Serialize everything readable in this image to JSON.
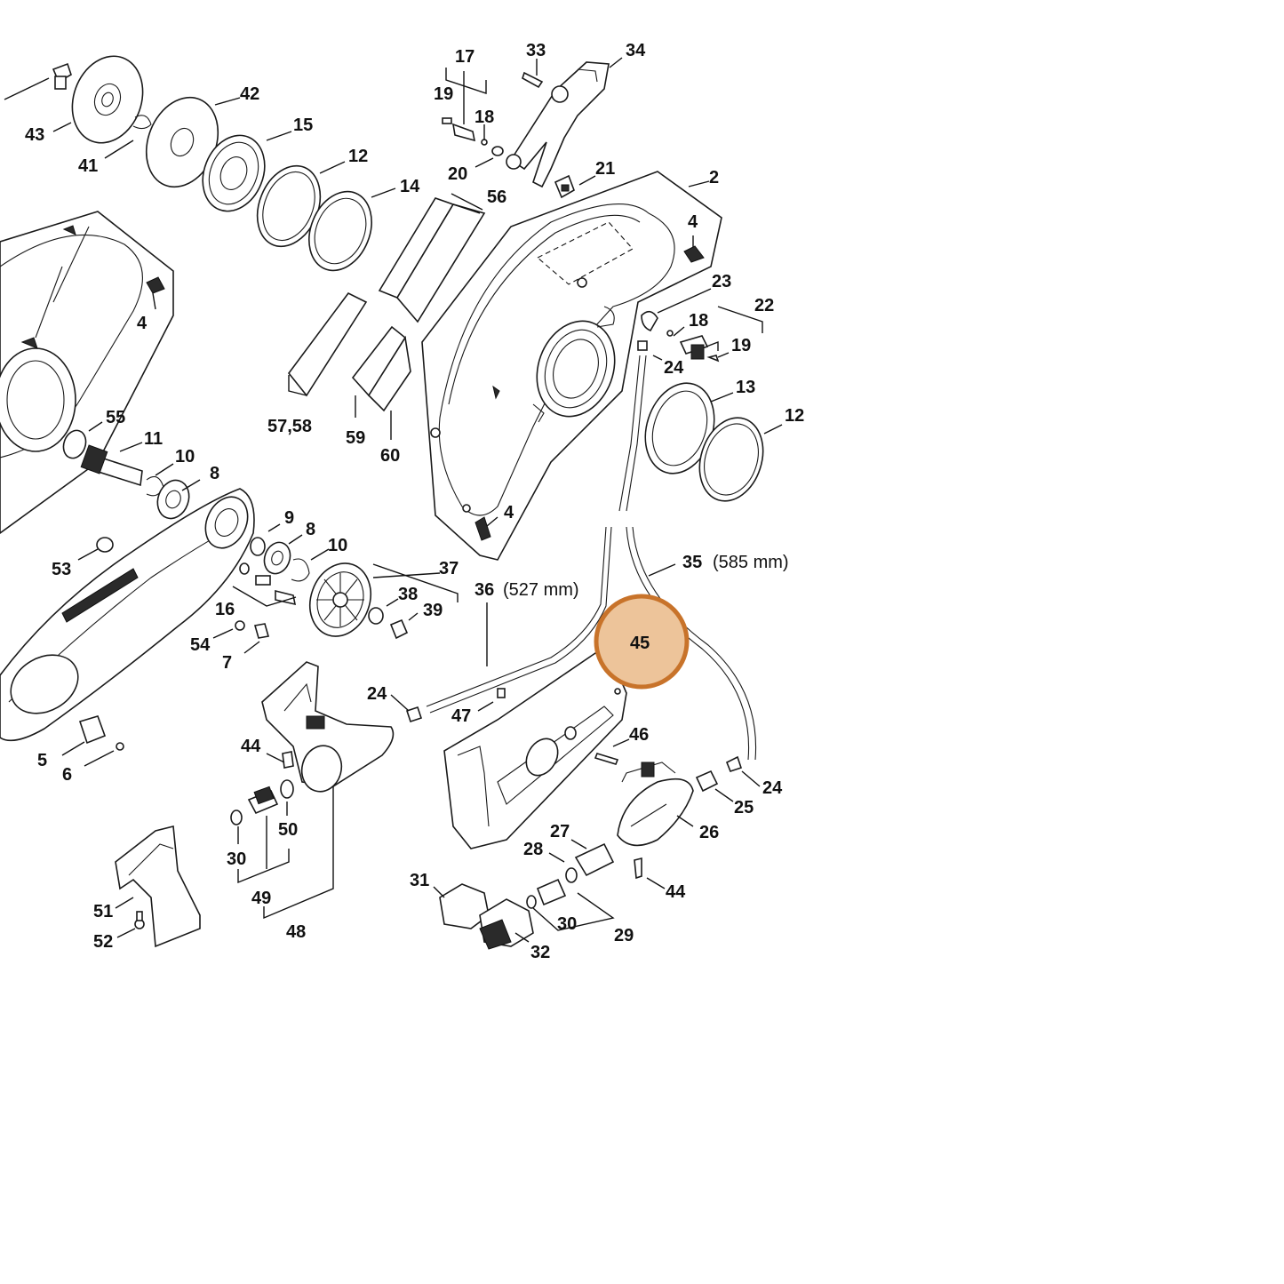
{
  "diagram": {
    "highlight": {
      "label": "45",
      "fill_color": "#edc49a",
      "stroke_color": "#c8732a"
    },
    "hoses": [
      {
        "number": "36",
        "length": "(527 mm)"
      },
      {
        "number": "35",
        "length": "(585 mm)"
      }
    ],
    "callouts": [
      "43",
      "41",
      "42",
      "15",
      "12",
      "14",
      "17",
      "19",
      "18",
      "20",
      "33",
      "34",
      "21",
      "56",
      "2",
      "4",
      "4",
      "4",
      "23",
      "18",
      "22",
      "19",
      "24",
      "13",
      "12",
      "57,58",
      "59",
      "60",
      "55",
      "11",
      "10",
      "8",
      "9",
      "8",
      "10",
      "37",
      "38",
      "39",
      "53",
      "16",
      "54",
      "7",
      "24",
      "47",
      "46",
      "44",
      "50",
      "30",
      "49",
      "48",
      "5",
      "6",
      "51",
      "52",
      "31",
      "32",
      "28",
      "27",
      "30",
      "29",
      "44",
      "26",
      "25",
      "24"
    ]
  }
}
